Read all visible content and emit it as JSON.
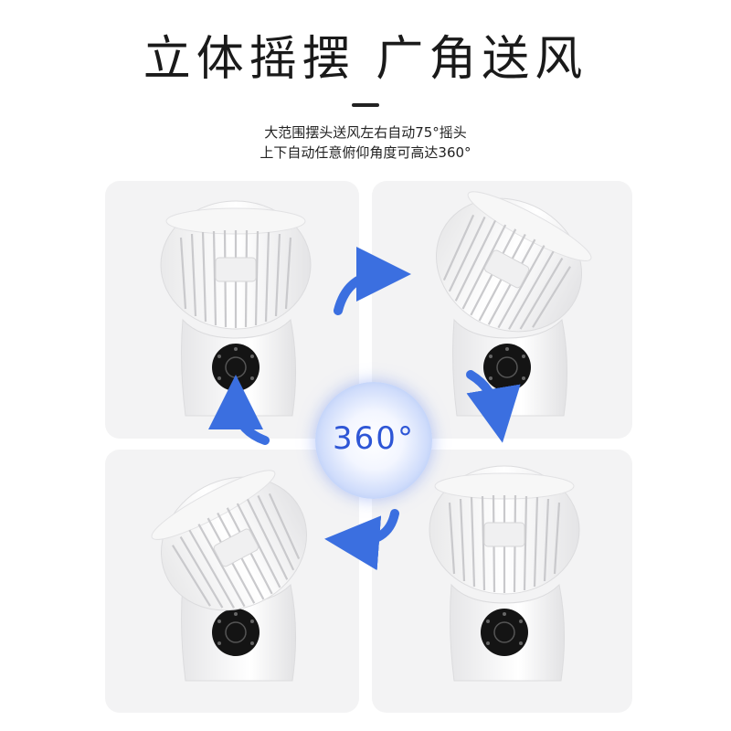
{
  "header": {
    "title": "立体摇摆 广角送风",
    "subtitle_line1": "大范围摆头送风左右自动75°摇头",
    "subtitle_line2": "上下自动任意俯仰角度可高达360°"
  },
  "badge": {
    "text": "360°"
  },
  "colors": {
    "accent": "#3b6fe0",
    "panel": "#f3f3f4",
    "text": "#1a1a1a"
  },
  "illustrations": [
    {
      "name": "fan-upright",
      "icon": "fan-icon"
    },
    {
      "name": "fan-tilted-right",
      "icon": "fan-icon"
    },
    {
      "name": "fan-tilted-left",
      "icon": "fan-icon"
    },
    {
      "name": "fan-upright-2",
      "icon": "fan-icon"
    }
  ],
  "arrows": [
    "arrow-up-right-icon",
    "arrow-down-right-icon",
    "arrow-left-icon",
    "arrow-up-left-icon"
  ]
}
